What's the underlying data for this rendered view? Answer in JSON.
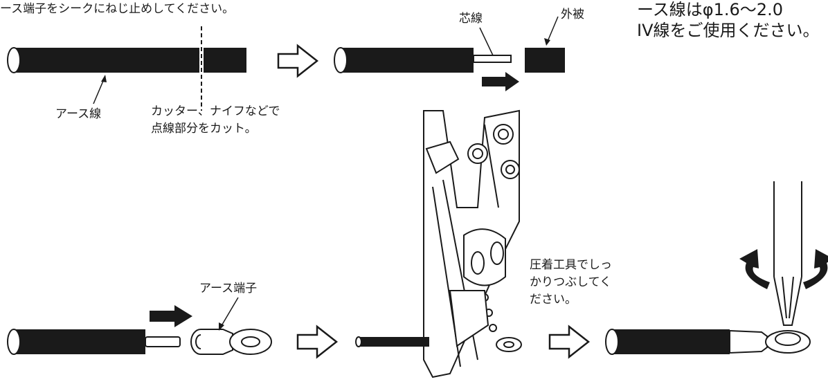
{
  "colors": {
    "ink": "#1a1a1a",
    "paper": "#ffffff"
  },
  "header": {
    "top_left_partial": "ース端子をシークにねじ止めしてください。",
    "top_right_partial": "ース線はφ1.6～2.0",
    "top_right_line2": "IV線をご使用ください。"
  },
  "labels": {
    "core_wire": "芯線",
    "sheath": "外被",
    "earth_wire": "アース線",
    "cut_line1": "カッター、ナイフなどで",
    "cut_line2": "点線部分をカット。",
    "earth_terminal": "アース端子",
    "crimp_line1": "圧着工具でしっ",
    "crimp_line2": "かりつぶしてく",
    "crimp_line3": "ださい。"
  },
  "icons": {
    "arrows": [
      "hollow-arrow-icon",
      "solid-arrow-icon",
      "rotation-arrow-icon"
    ],
    "tools": [
      "crimping-tool-icon",
      "screwdriver-icon"
    ]
  }
}
